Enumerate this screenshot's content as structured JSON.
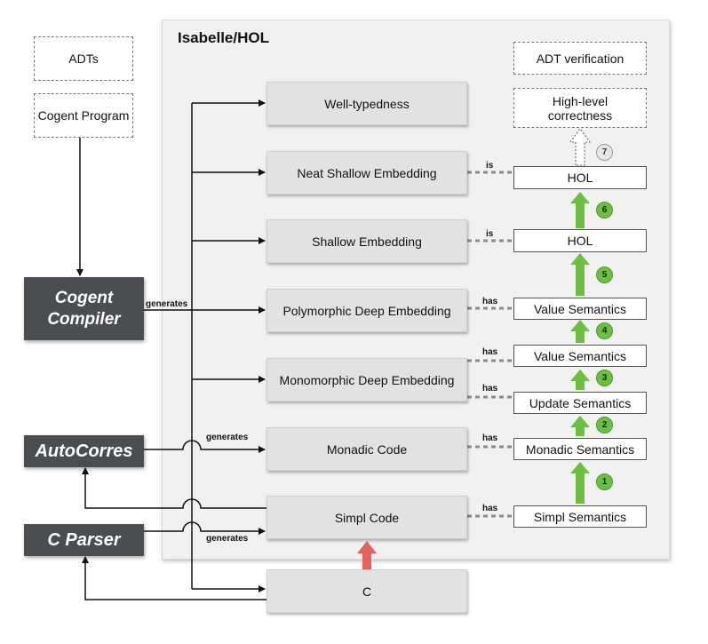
{
  "panel": {
    "title": "Isabelle/HOL"
  },
  "left": {
    "adts": "ADTs",
    "cogent_program": "Cogent Program",
    "cogent_compiler": "Cogent Compiler",
    "autocorres": "AutoCorres",
    "c_parser": "C Parser"
  },
  "center": {
    "well_typedness": "Well-typedness",
    "neat_shallow": "Neat Shallow Embedding",
    "shallow": "Shallow Embedding",
    "poly_deep": "Polymorphic Deep Embedding",
    "mono_deep": "Monomorphic Deep Embedding",
    "monadic_code": "Monadic Code",
    "simpl_code": "Simpl Code",
    "c": "C"
  },
  "right": {
    "adt_verification": "ADT verification",
    "high_level": "High-level correctness",
    "hol_top": "HOL",
    "hol_bottom": "HOL",
    "value_sem_top": "Value Semantics",
    "value_sem_bottom": "Value Semantics",
    "update_sem": "Update Semantics",
    "monadic_sem": "Monadic Semantics",
    "simpl_sem": "Simpl Semantics"
  },
  "labels": {
    "generates_compiler": "generates",
    "generates_autocorres": "generates",
    "generates_cparser": "generates",
    "is_1": "is",
    "is_2": "is",
    "has_1": "has",
    "has_2": "has",
    "has_3": "has",
    "has_4": "has",
    "has_5": "has"
  },
  "badges": {
    "b1": "1",
    "b2": "2",
    "b3": "3",
    "b4": "4",
    "b5": "5",
    "b6": "6",
    "b7": "7"
  },
  "colors": {
    "green_arrow": "#6cbf3f",
    "red_arrow": "#e2625e",
    "dark_box": "#4a4d52"
  }
}
